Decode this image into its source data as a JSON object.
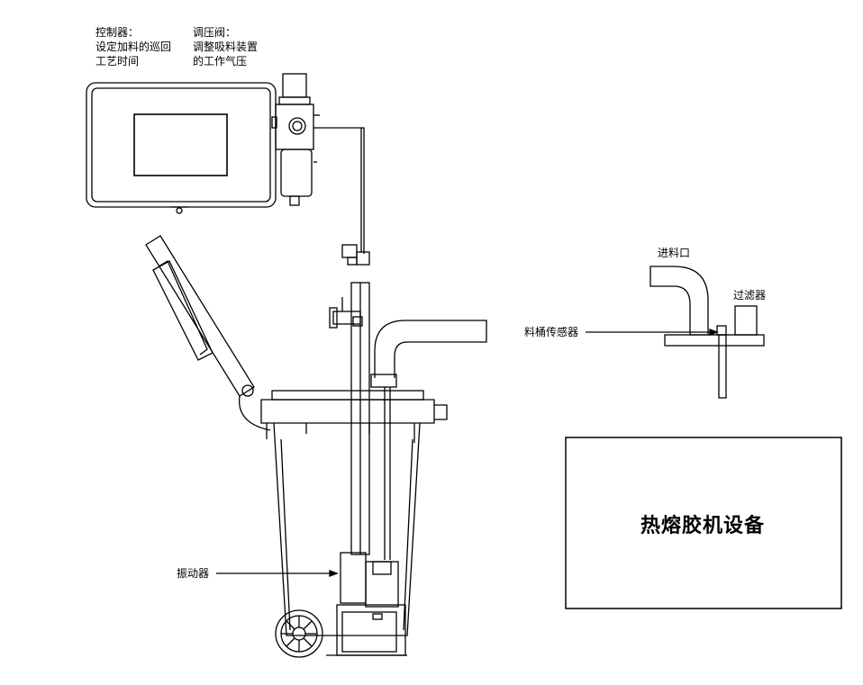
{
  "notes": {
    "controller": {
      "line1": "控制器：",
      "line2": "设定加料的巡回",
      "line3": "工艺时间"
    },
    "regulator": {
      "line1": "调压阀：",
      "line2": "调整吸料装置",
      "line3": "的工作气压"
    }
  },
  "labels": {
    "inlet": "进料口",
    "filter": "过滤器",
    "bucket_sensor": "料桶传感器",
    "vibrator": "振动器"
  },
  "equipment": {
    "title": "热熔胶机设备"
  }
}
